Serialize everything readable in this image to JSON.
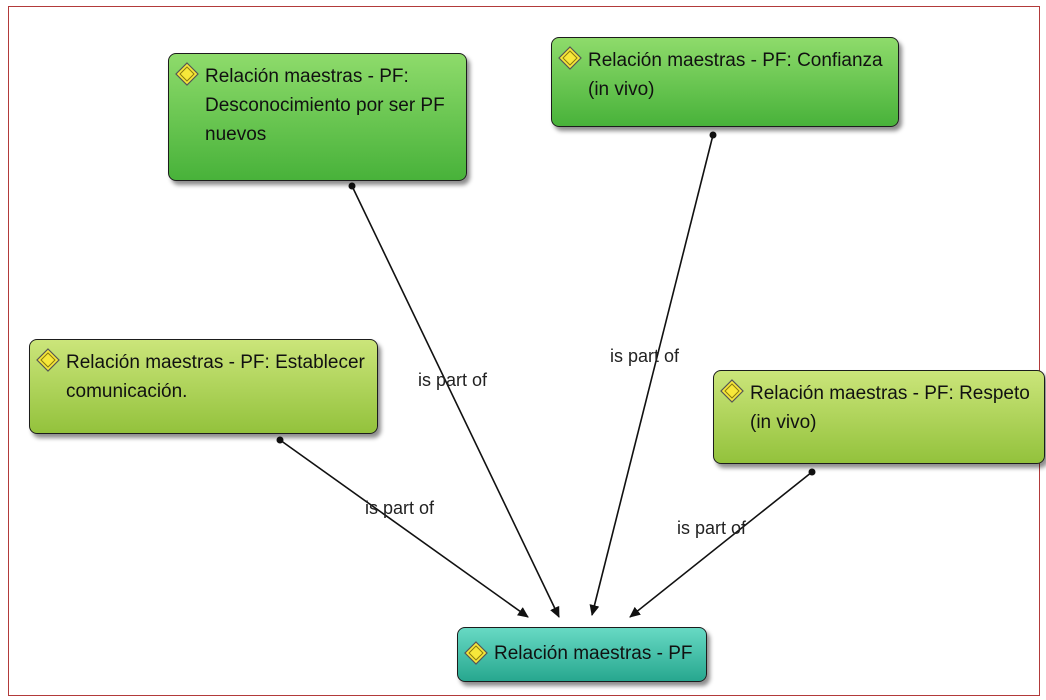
{
  "nodes": {
    "desconocimiento": "Relación maestras - PF: Desconocimiento por ser PF nuevos",
    "confianza": "Relación maestras - PF: Confianza (in vivo)",
    "establecer": "Relación maestras - PF: Establecer comunicación.",
    "respeto": "Relación maestras - PF: Respeto (in vivo)",
    "root": "Relación maestras - PF"
  },
  "edges": [
    {
      "from": "desconocimiento",
      "to": "root",
      "label": "is part of"
    },
    {
      "from": "confianza",
      "to": "root",
      "label": "is part of"
    },
    {
      "from": "establecer",
      "to": "root",
      "label": "is part of"
    },
    {
      "from": "respeto",
      "to": "root",
      "label": "is part of"
    }
  ],
  "colors": {
    "green_node": "#5cc246",
    "olive_node": "#a8cf4e",
    "teal_node": "#3bbfa8",
    "frame_border": "#b23a3a",
    "edge": "#111111"
  },
  "icon": "code-diamond-icon"
}
